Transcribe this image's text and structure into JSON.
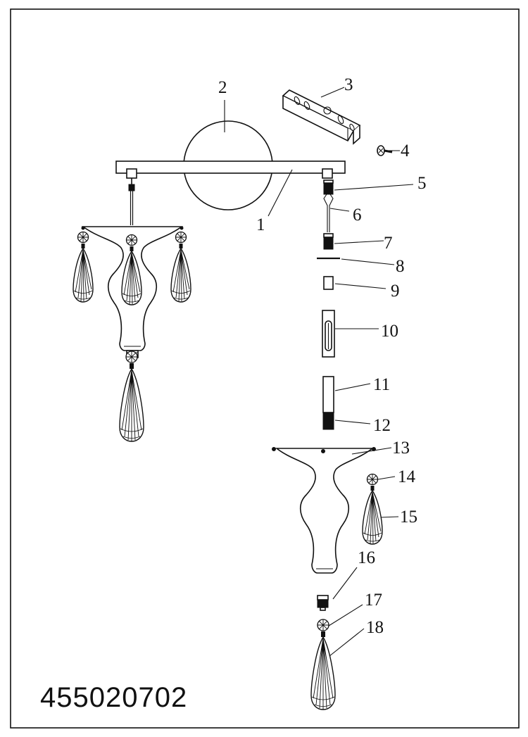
{
  "diagram": {
    "product_code": "455020702",
    "part_labels": [
      "1",
      "2",
      "3",
      "4",
      "5",
      "6",
      "7",
      "8",
      "9",
      "10",
      "11",
      "12",
      "13",
      "14",
      "15",
      "16",
      "17",
      "18"
    ]
  }
}
